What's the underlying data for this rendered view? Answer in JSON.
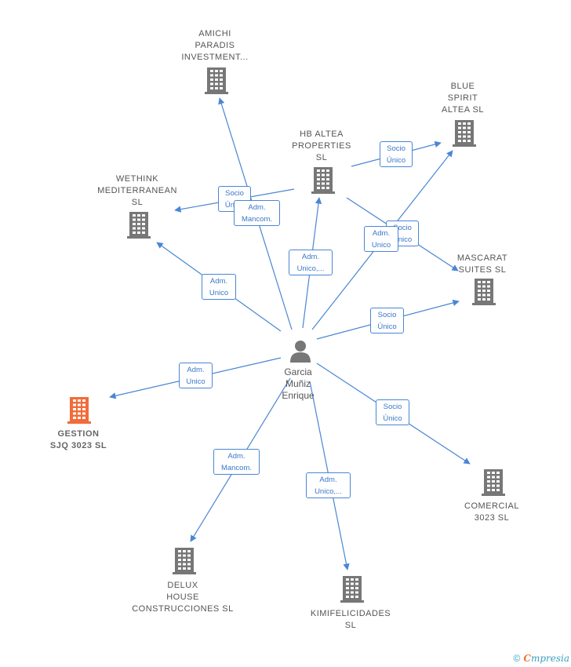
{
  "colors": {
    "edge": "#4a86d4",
    "building": "#777777",
    "building_focus": "#f26b3a",
    "person": "#777777"
  },
  "center": {
    "name_lines": [
      "Garcia",
      "Muñiz",
      "Enrique"
    ],
    "icon": "person-icon"
  },
  "companies": [
    {
      "id": "amichi",
      "lines": [
        "AMICHI",
        "PARADIS",
        "INVESTMENT..."
      ]
    },
    {
      "id": "blue",
      "lines": [
        "BLUE",
        "SPIRIT",
        "ALTEA  SL"
      ]
    },
    {
      "id": "hb",
      "lines": [
        "HB ALTEA",
        "PROPERTIES",
        "SL"
      ]
    },
    {
      "id": "wethink",
      "lines": [
        "WETHINK",
        "MEDITERRANEAN",
        "SL"
      ]
    },
    {
      "id": "mascarat",
      "lines": [
        "MASCARAT",
        "SUITES  SL"
      ]
    },
    {
      "id": "gestion",
      "lines": [
        "GESTION",
        "SJQ 3023  SL"
      ]
    },
    {
      "id": "comercial",
      "lines": [
        "COMERCIAL",
        "3023  SL"
      ]
    },
    {
      "id": "delux",
      "lines": [
        "DELUX",
        "HOUSE",
        "CONSTRUCCIONES SL"
      ]
    },
    {
      "id": "kimi",
      "lines": [
        "KIMIFELICIDADES",
        "SL"
      ]
    }
  ],
  "relations": [
    {
      "id": "r_hb_blue",
      "lines": [
        "Socio",
        "Único"
      ]
    },
    {
      "id": "r_hb_wethink",
      "lines": [
        "Socio",
        "Único"
      ]
    },
    {
      "id": "r_p_amichi",
      "lines": [
        "Adm.",
        "Mancom."
      ]
    },
    {
      "id": "r_p_hb",
      "lines": [
        "Adm.",
        "Unico,..."
      ]
    },
    {
      "id": "r_hb_mascarat",
      "lines": [
        "Socio",
        "Único"
      ]
    },
    {
      "id": "r_p_blue",
      "lines": [
        "Adm.",
        "Unico"
      ]
    },
    {
      "id": "r_p_wethink",
      "lines": [
        "Adm.",
        "Unico"
      ]
    },
    {
      "id": "r_p_mascarat",
      "lines": [
        "Socio",
        "Único"
      ]
    },
    {
      "id": "r_p_gestion",
      "lines": [
        "Adm.",
        "Unico"
      ]
    },
    {
      "id": "r_p_comercial",
      "lines": [
        "Socio",
        "Único"
      ]
    },
    {
      "id": "r_p_delux",
      "lines": [
        "Adm.",
        "Mancom."
      ]
    },
    {
      "id": "r_p_kimi",
      "lines": [
        "Adm.",
        "Unico,..."
      ]
    }
  ],
  "brand": {
    "copyright": "©",
    "name_first": "C",
    "name_rest": "mpresia"
  }
}
